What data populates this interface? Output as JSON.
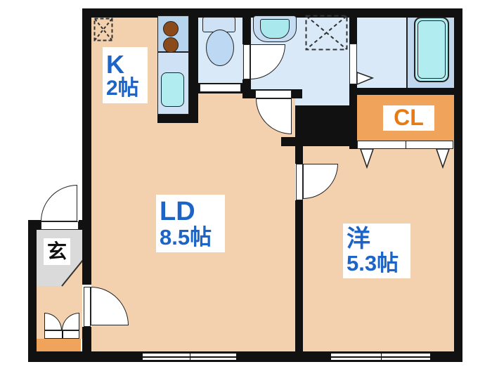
{
  "rooms": {
    "kitchen": {
      "label": "K",
      "size": "2帖"
    },
    "living_dining": {
      "label": "LD",
      "size": "8.5帖"
    },
    "western_room": {
      "label": "洋",
      "size": "5.3帖"
    },
    "closet": {
      "label": "CL"
    },
    "entrance": {
      "label": "玄"
    }
  },
  "fixtures": [
    "refrigerator-space",
    "gas-stove-2-burner",
    "kitchen-sink",
    "toilet",
    "washbasin",
    "washing-machine-space",
    "bathtub",
    "shoe-cabinet",
    "closet-double-doors",
    "sliding-window",
    "hinged-door",
    "folding-bath-door"
  ],
  "colors": {
    "floor": "#f4d1ae",
    "wall": "#111111",
    "wet_room": "#d9e9f7",
    "tub_zone": "#c1d7ed",
    "fixture_cyan": "#b0ecf0",
    "closet_orange": "#f0a35a",
    "label_blue": "#1c64c8",
    "cl_text_orange": "#e97911",
    "genkan_gray": "#dadada",
    "burner_brown": "#8a4a1a"
  }
}
